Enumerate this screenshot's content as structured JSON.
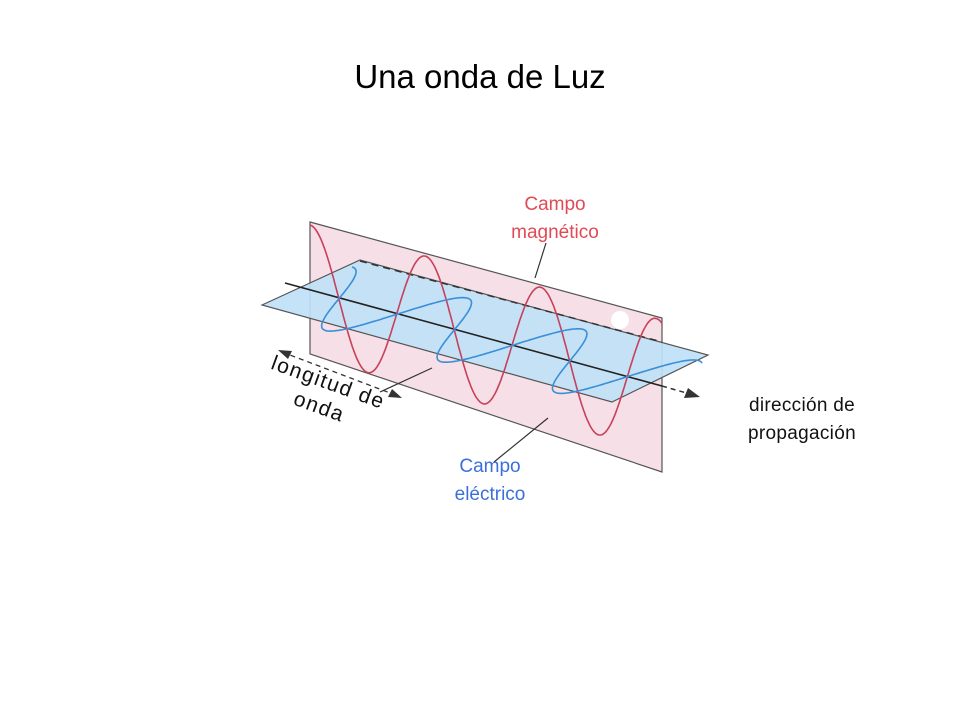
{
  "title": "Una onda de Luz",
  "labels": {
    "magnetic": [
      "Campo",
      "magnético"
    ],
    "electric": [
      "Campo",
      "eléctrico"
    ],
    "direction": [
      "dirección de",
      "propagación"
    ],
    "wavelength": [
      "longitud de",
      "onda"
    ]
  },
  "colors": {
    "magnetic_wave": "#c8405a",
    "magnetic_plane": "#f6dfe6",
    "magnetic_label": "#e04a55",
    "electric_wave": "#3a8fd8",
    "electric_plane": "#bfe1f7",
    "electric_label": "#3b6fd9",
    "outline": "#444444"
  }
}
